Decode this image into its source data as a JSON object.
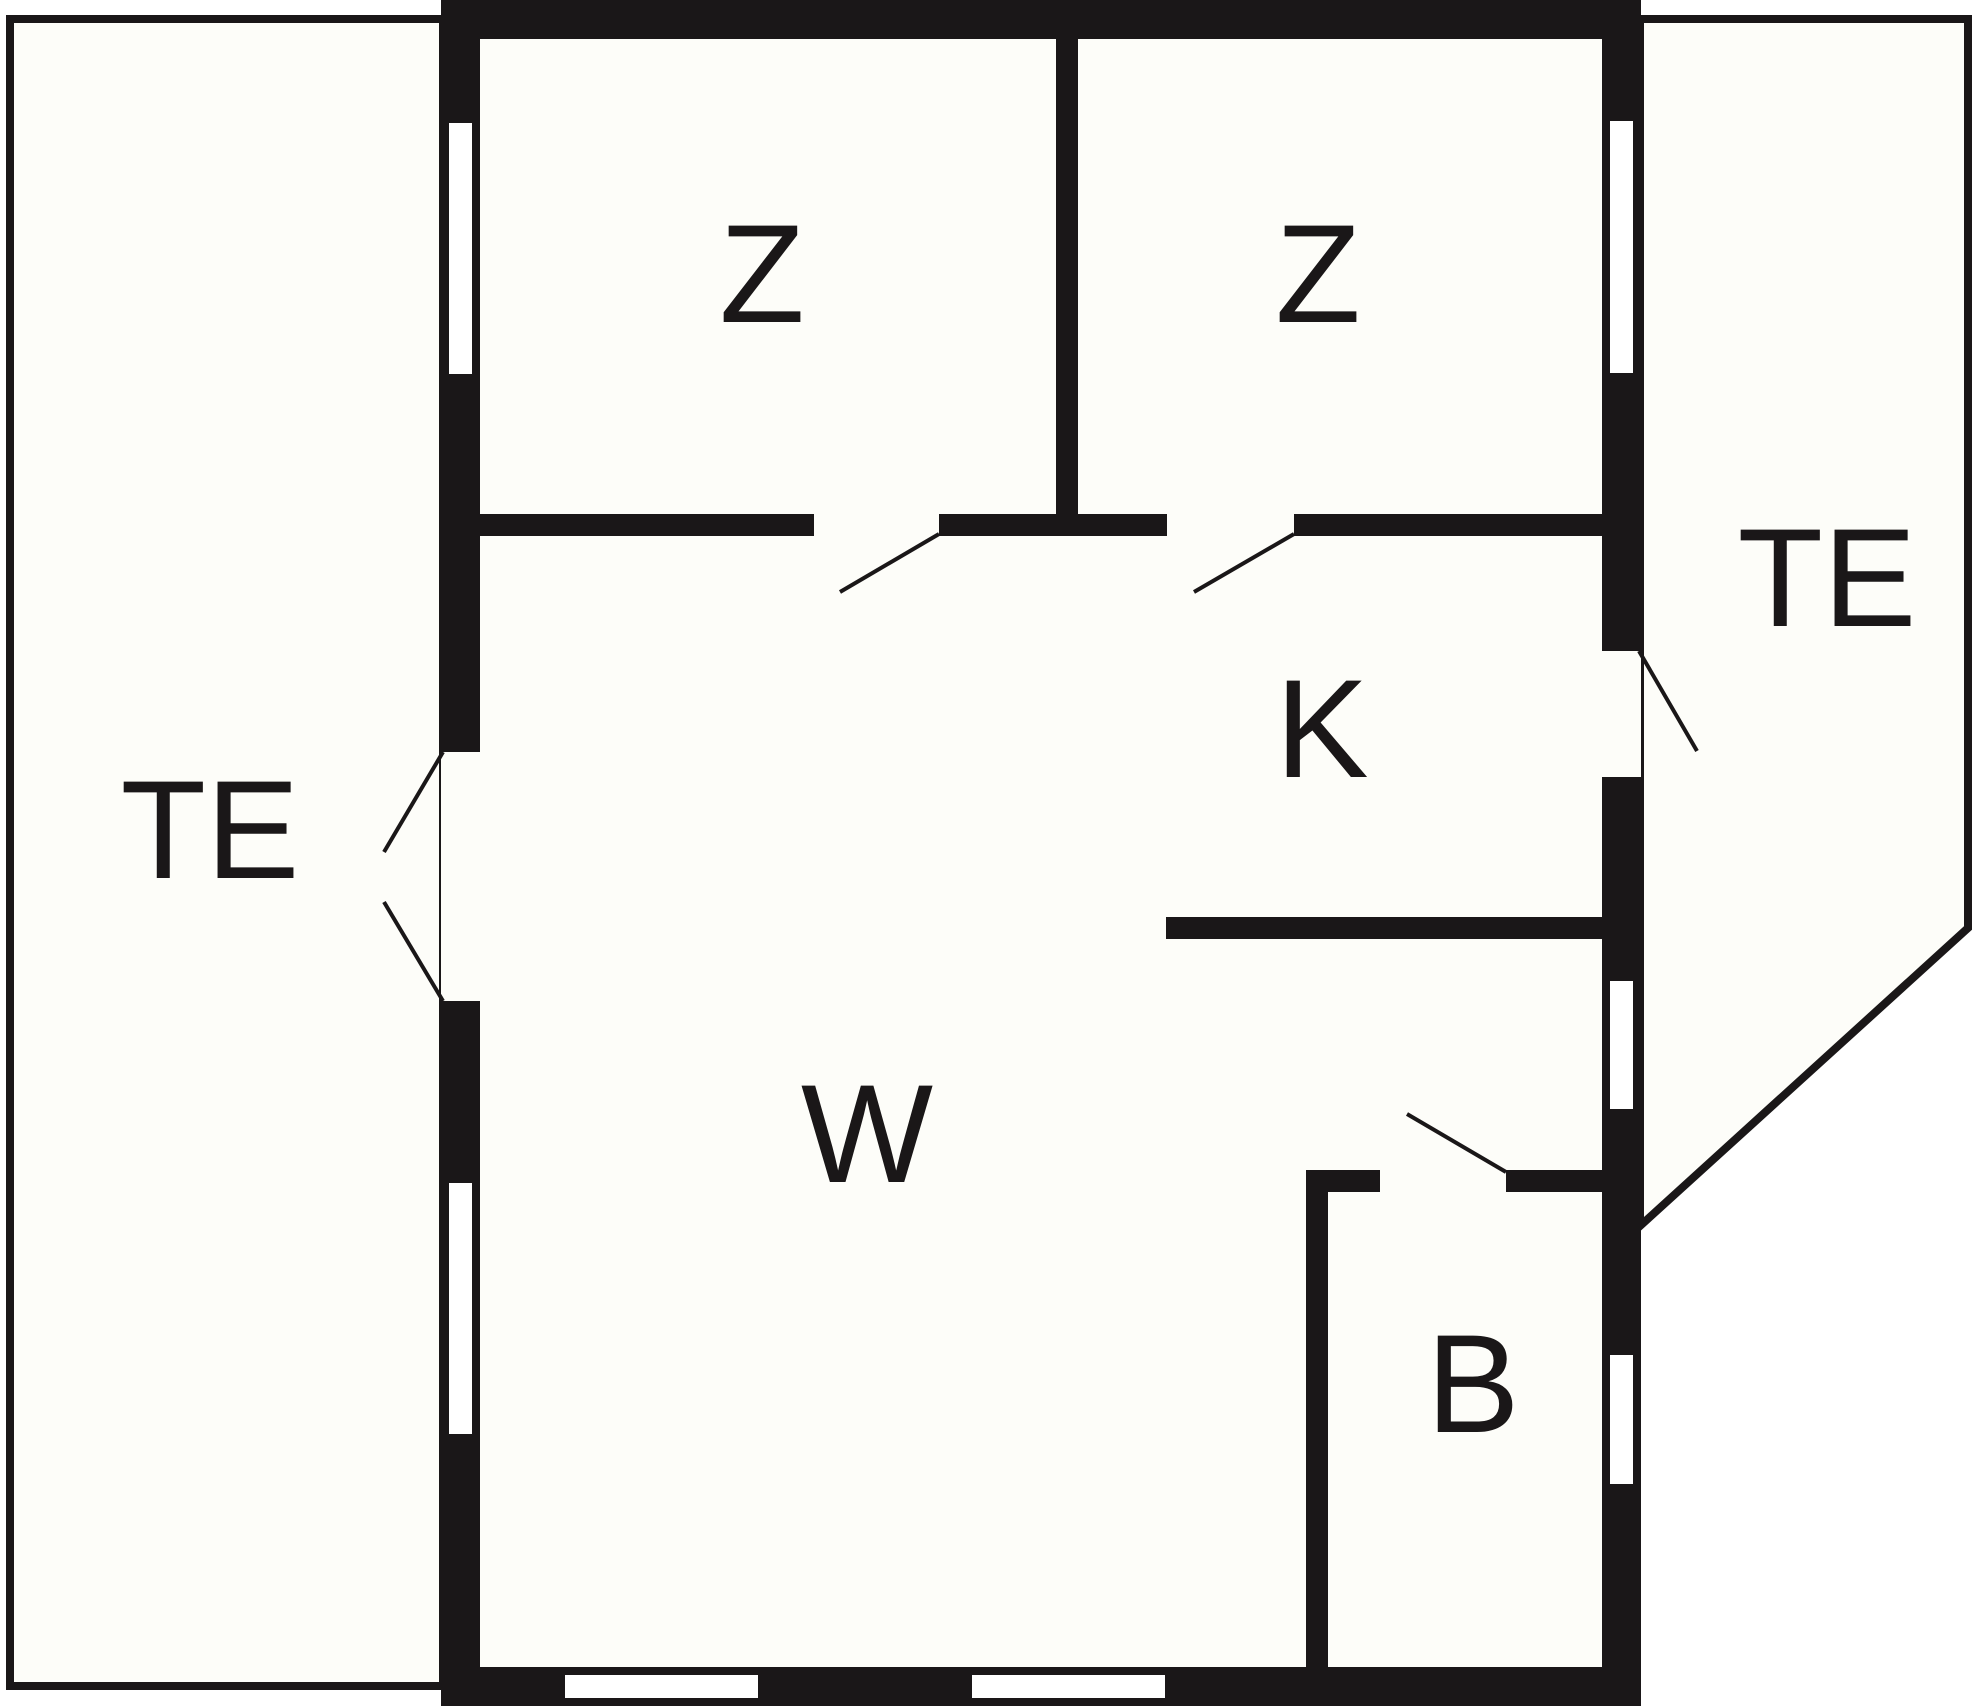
{
  "colors": {
    "wall": "#1a1718",
    "floor": "#fdfdf9",
    "opening": "#ffffff"
  },
  "rooms": {
    "terrace_left": {
      "label": "TE"
    },
    "room_top_left": {
      "label": "Z"
    },
    "room_top_right": {
      "label": "Z"
    },
    "terrace_right": {
      "label": "TE"
    },
    "kitchen": {
      "label": "K"
    },
    "living": {
      "label": "W"
    },
    "bathroom": {
      "label": "B"
    }
  }
}
